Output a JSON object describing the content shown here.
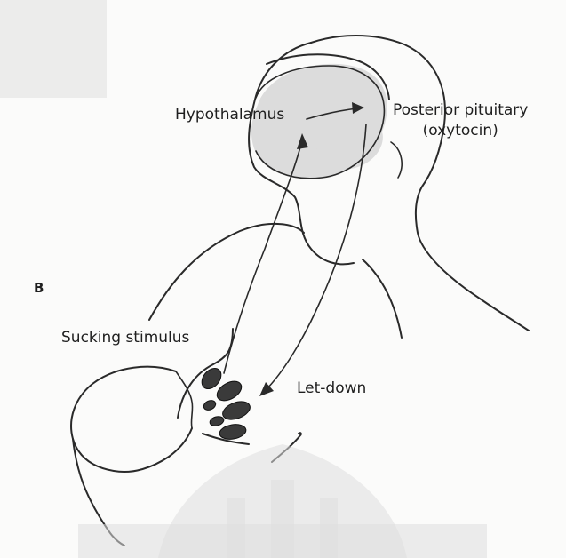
{
  "panel_letter": "B",
  "labels": {
    "hypothalamus": "Hypothalamus",
    "posterior_pituitary_line1": "Posterior pituitary",
    "posterior_pituitary_line2": "(oxytocin)",
    "sucking_stimulus": "Sucking stimulus",
    "let_down": "Let-down"
  },
  "colors": {
    "line": "#2a2a2a",
    "brain_shade": "#dcdcdc",
    "gland": "#3a3a3a",
    "watermark": "#dedede"
  }
}
